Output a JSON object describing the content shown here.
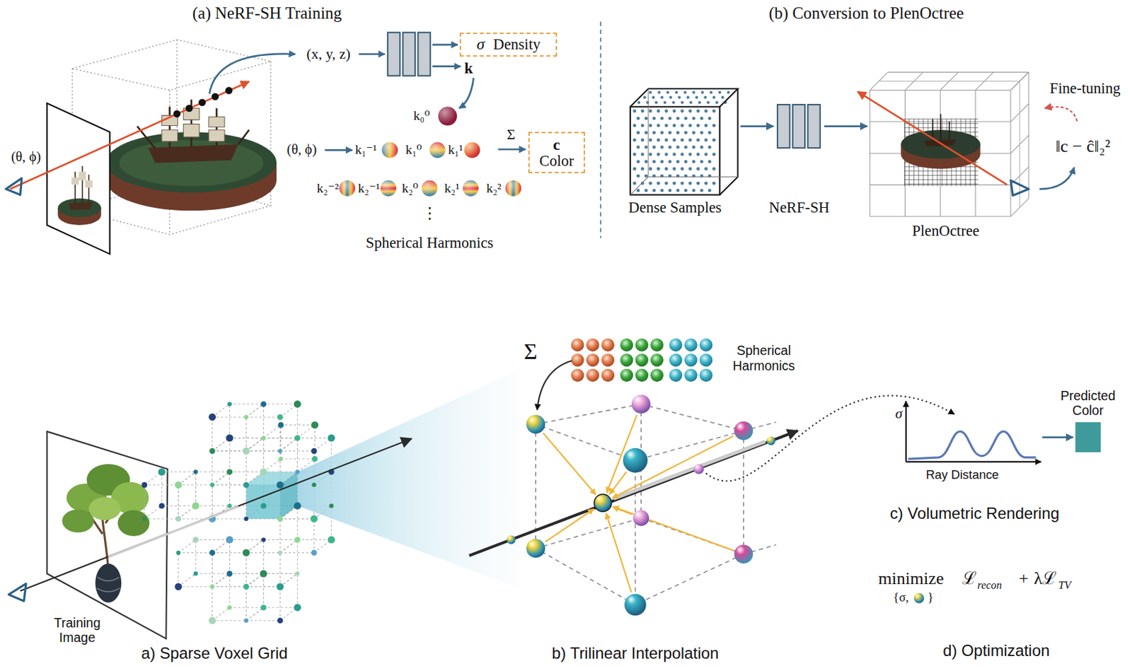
{
  "diagram": {
    "nodes": [
      {
        "text": [
          "σ",
          "Density"
        ]
      },
      {
        "text": [
          "c",
          "Color"
        ]
      },
      {
        "text": [
          "Dense Samples"
        ]
      },
      {
        "text": [
          "NeRF-SH"
        ]
      },
      {
        "text": [
          "PlenOctree"
        ]
      },
      {
        "text": [
          "σ",
          "Ray Distance"
        ]
      },
      {
        "text": [
          "Predicted Color"
        ]
      }
    ],
    "edges": [
      {
        "from": 2,
        "to": 3,
        "arrow": "to"
      },
      {
        "from": 3,
        "to": 4,
        "arrow": "to"
      },
      {
        "from": 5,
        "to": 6,
        "arrow": "to"
      }
    ],
    "labels": [
      "(a) NeRF-SH Training",
      "(b) Conversion to PlenOctree",
      "(θ, ϕ)",
      "(x, y, z)",
      "k",
      "k₀⁰",
      "(θ, ϕ)",
      "k₁⁻¹",
      "k₁⁰",
      "k₁¹",
      "Σ",
      "k₂⁻²",
      "k₂⁻¹",
      "k₂⁰",
      "k₂¹",
      "k₂²",
      "⋮",
      "Spherical Harmonics",
      "Fine-tuning",
      "‖c − ĉ‖₂²",
      "Training Image",
      "Σ",
      "Spherical Harmonics",
      "a) Sparse Voxel Grid",
      "b) Trilinear Interpolation",
      "c) Volumetric Rendering",
      "minimize",
      "{σ,",
      "}",
      "ℒ",
      "recon",
      "+",
      "λℒ",
      "TV",
      "d) Optimization"
    ]
  }
}
